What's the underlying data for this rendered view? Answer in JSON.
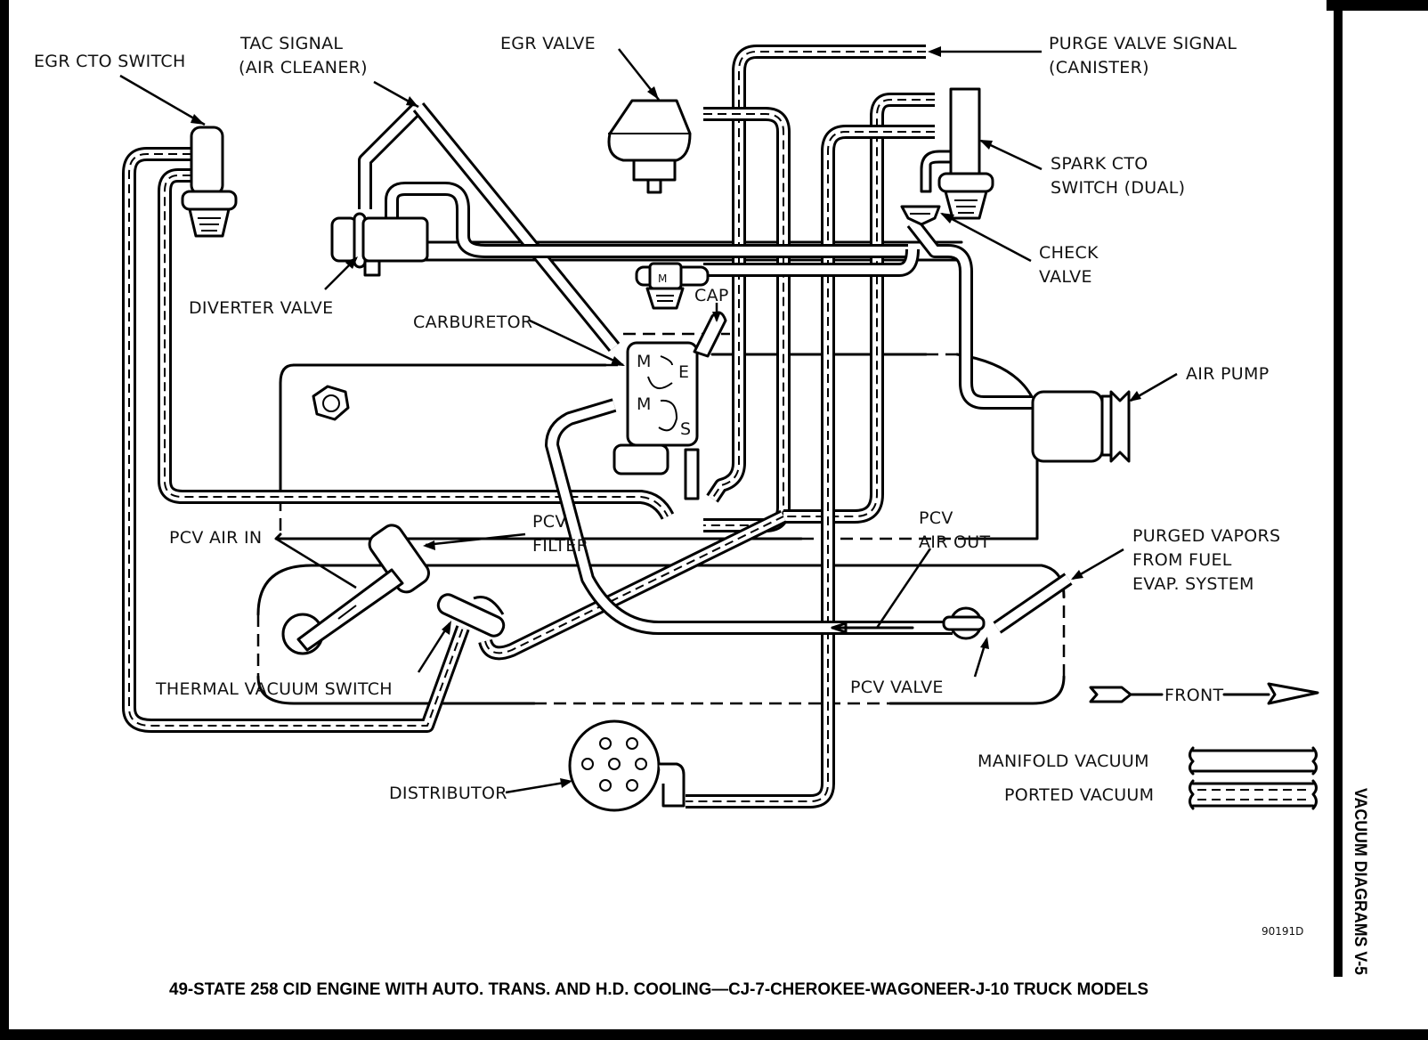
{
  "diagram": {
    "title": "49-STATE 258 CID ENGINE WITH AUTO. TRANS. AND H.D. COOLING—CJ-7-CHEROKEE-WAGONEER-J-10 TRUCK MODELS",
    "side_tab": "VACUUM DIAGRAMS   V-5",
    "figure_id": "90191D",
    "labels": {
      "egr_cto_switch": "EGR CTO SWITCH",
      "tac_signal_line1": "TAC SIGNAL",
      "tac_signal_line2": "(AIR CLEANER)",
      "egr_valve": "EGR VALVE",
      "purge_valve_line1": "PURGE VALVE SIGNAL",
      "purge_valve_line2": "(CANISTER)",
      "spark_cto_line1": "SPARK CTO",
      "spark_cto_line2": "SWITCH (DUAL)",
      "check_valve_line1": "CHECK",
      "check_valve_line2": "VALVE",
      "diverter_valve": "DIVERTER VALVE",
      "cap": "CAP",
      "carburetor": "CARBURETOR",
      "air_pump": "AIR PUMP",
      "pcv_air_in": "PCV AIR IN",
      "pcv_filter_line1": "PCV",
      "pcv_filter_line2": "FILTER",
      "pcv_air_out_line1": "PCV",
      "pcv_air_out_line2": "AIR OUT",
      "purged_vapors_line1": "PURGED VAPORS",
      "purged_vapors_line2": "FROM FUEL",
      "purged_vapors_line3": "EVAP. SYSTEM",
      "thermal_vacuum_switch": "THERMAL VACUUM SWITCH",
      "pcv_valve": "PCV VALVE",
      "distributor": "DISTRIBUTOR",
      "front": "FRONT",
      "carb_port_m1": "M",
      "carb_port_e": "E",
      "carb_port_m2": "M",
      "carb_port_s": "S",
      "solenoid_m": "M"
    },
    "legend": [
      {
        "label": "MANIFOLD VACUUM",
        "style": "solid-hose"
      },
      {
        "label": "PORTED VACUUM",
        "style": "dashed-hose"
      }
    ]
  }
}
